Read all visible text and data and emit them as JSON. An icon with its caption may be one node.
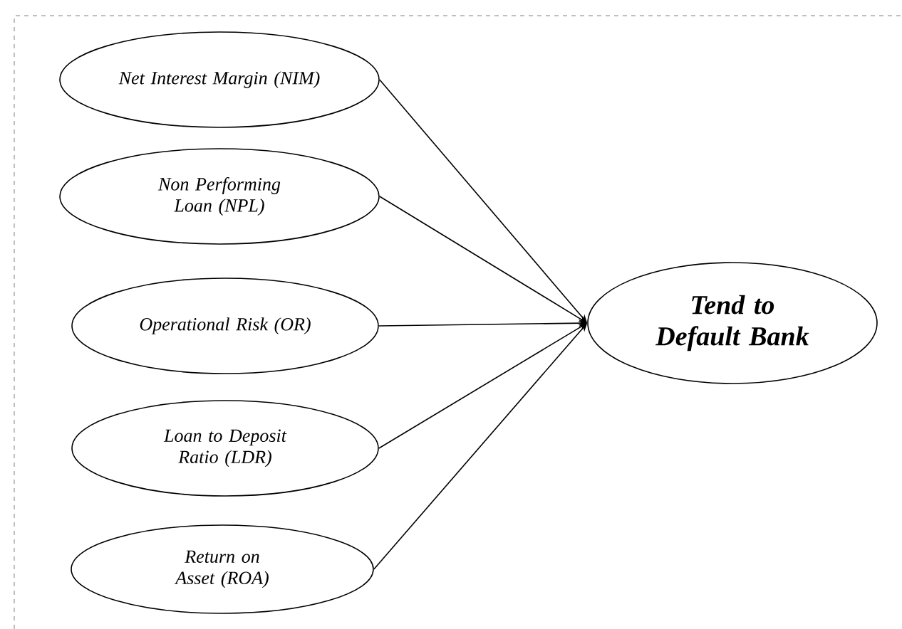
{
  "diagram": {
    "nodes": [
      {
        "text": [
          "Net Interest Margin (NIM)"
        ]
      },
      {
        "text": [
          "Non Performing Loan (NPL)"
        ]
      },
      {
        "text": [
          "Operational Risk (OR)"
        ]
      },
      {
        "text": [
          "Loan to Deposit Ratio (LDR)"
        ]
      },
      {
        "text": [
          "Return on Asset (ROA)"
        ]
      },
      {
        "text": [
          "Tend to Default Bank"
        ]
      }
    ],
    "edges": [
      {
        "from": 0,
        "to": 5,
        "arrow": "to"
      },
      {
        "from": 1,
        "to": 5,
        "arrow": "to"
      },
      {
        "from": 2,
        "to": 5,
        "arrow": "to"
      },
      {
        "from": 3,
        "to": 5,
        "arrow": "to"
      },
      {
        "from": 4,
        "to": 5,
        "arrow": "to"
      }
    ]
  }
}
